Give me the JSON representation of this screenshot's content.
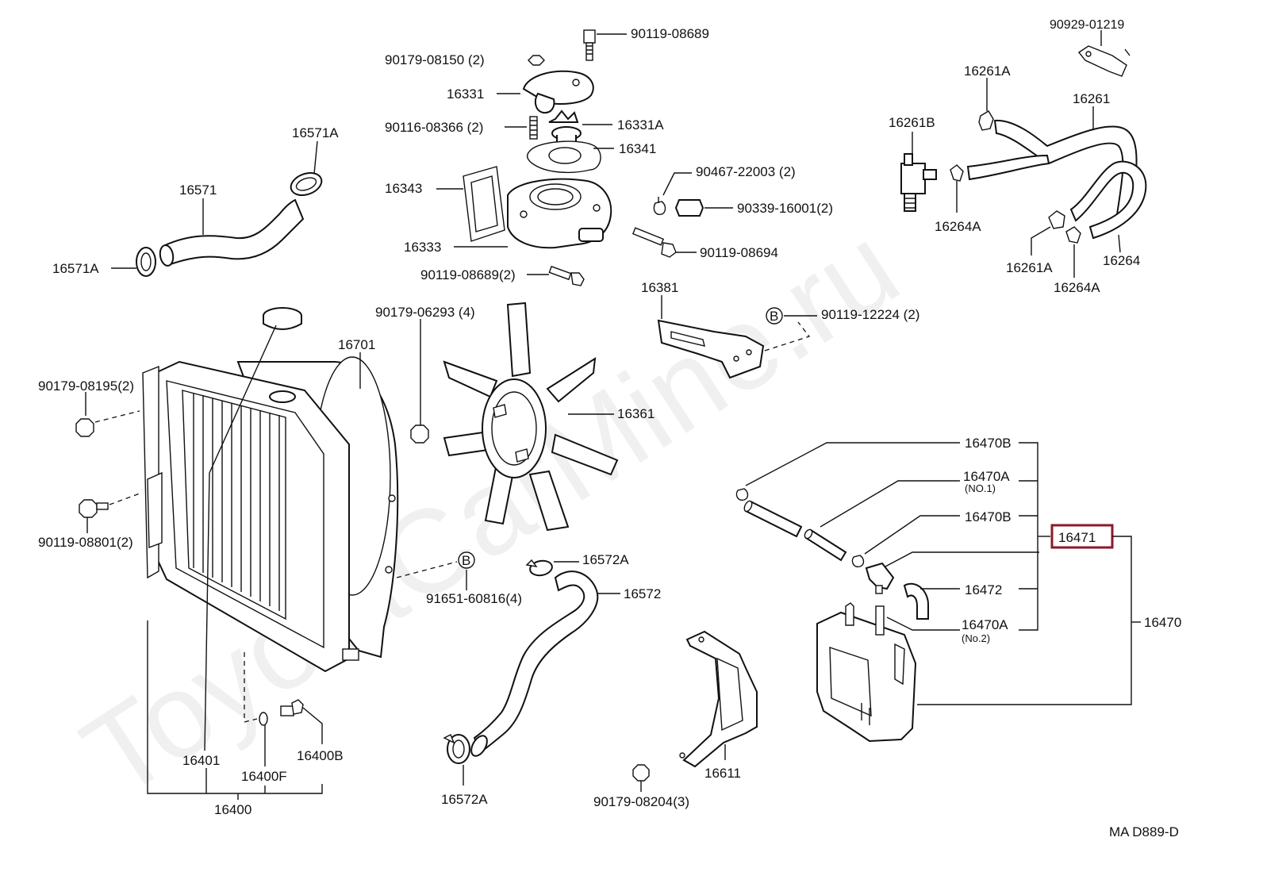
{
  "watermark": "ToyotaCarMine.ru",
  "diagram_code": "MA D889-D",
  "highlight_color": "#8b1a2b",
  "labels": {
    "p90119_08689_top": "90119-08689",
    "p90179_08150": "90179-08150 (2)",
    "p16331": "16331",
    "p90116_08366": "90116-08366 (2)",
    "p16331A": "16331A",
    "p16341": "16341",
    "p16343": "16343",
    "p16333": "16333",
    "p90119_08689_2": "90119-08689(2)",
    "p90467": "90467-22003 (2)",
    "p90339": "90339-16001(2)",
    "p90119_08694": "90119-08694",
    "p16571A_top": "16571A",
    "p16571": "16571",
    "p16571A_bot": "16571A",
    "p90929": "90929-01219",
    "p16261A_top": "16261A",
    "p16261": "16261",
    "p16261B": "16261B",
    "p16264A_left": "16264A",
    "p16261A_bot": "16261A",
    "p16264": "16264",
    "p16264A_bot": "16264A",
    "p16381": "16381",
    "p90119_12224": "90119-12224 (2)",
    "p90179_06293": "90179-06293 (4)",
    "p16701": "16701",
    "p90179_08195": "90179-08195(2)",
    "p16361": "16361",
    "p90119_08801": "90119-08801(2)",
    "p16572A_top": "16572A",
    "p16572": "16572",
    "p91651": "91651-60816(4)",
    "p16470B_top": "16470B",
    "p16470A_top": "16470A",
    "p16470A_top_sub": "(NO.1)",
    "p16470B_mid": "16470B",
    "p16471": "16471",
    "p16472": "16472",
    "p16470A_bot": "16470A",
    "p16470A_bot_sub": "(No.2)",
    "p16470": "16470",
    "p16401": "16401",
    "p16400F": "16400F",
    "p16400B": "16400B",
    "p16400": "16400",
    "p16572A_bot": "16572A",
    "p90179_08204": "90179-08204(3)",
    "p16611": "16611",
    "b_marker_top": "B",
    "b_marker_bot": "B"
  }
}
